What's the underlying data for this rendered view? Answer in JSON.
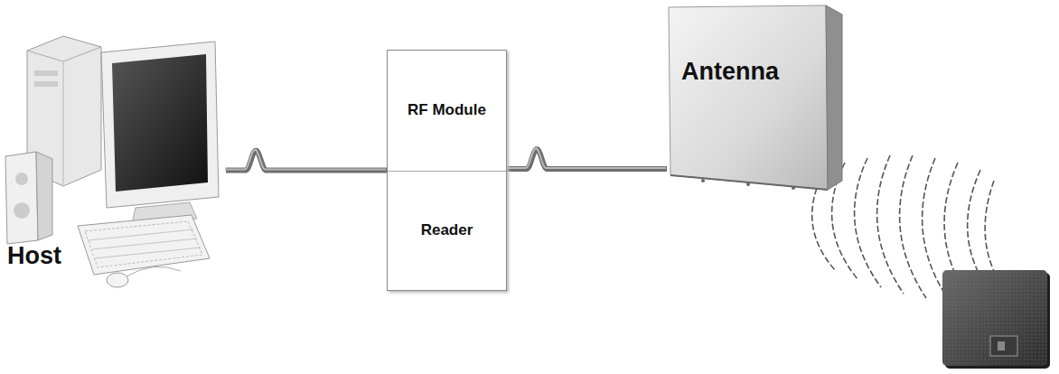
{
  "diagram": {
    "nodes": [
      {
        "text": [
          "Host"
        ]
      },
      {
        "text": [
          "RF Module",
          "Reader"
        ]
      },
      {
        "text": [
          "Antenna"
        ]
      }
    ],
    "edges": [
      {
        "from": 0,
        "to": 1,
        "arrow": "none"
      },
      {
        "from": 1,
        "to": 2,
        "arrow": "none"
      }
    ]
  }
}
